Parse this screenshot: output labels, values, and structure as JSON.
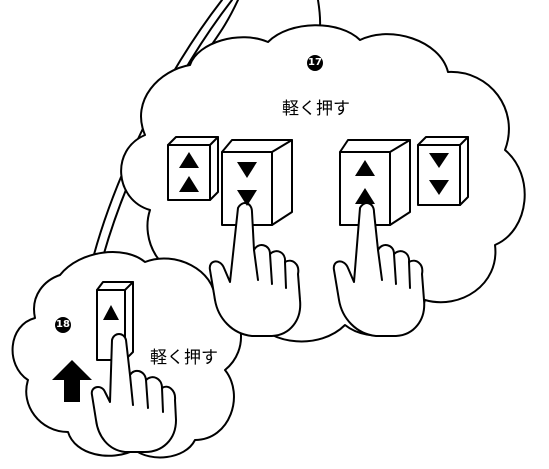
{
  "steps": [
    {
      "number": "17",
      "instruction": "軽く押す"
    },
    {
      "number": "18",
      "instruction": "軽く押す"
    }
  ],
  "icons": {
    "up": "up-triangle",
    "down": "down-triangle",
    "direction": "up-arrow"
  },
  "colors": {
    "line": "#000000",
    "fill": "#ffffff"
  }
}
